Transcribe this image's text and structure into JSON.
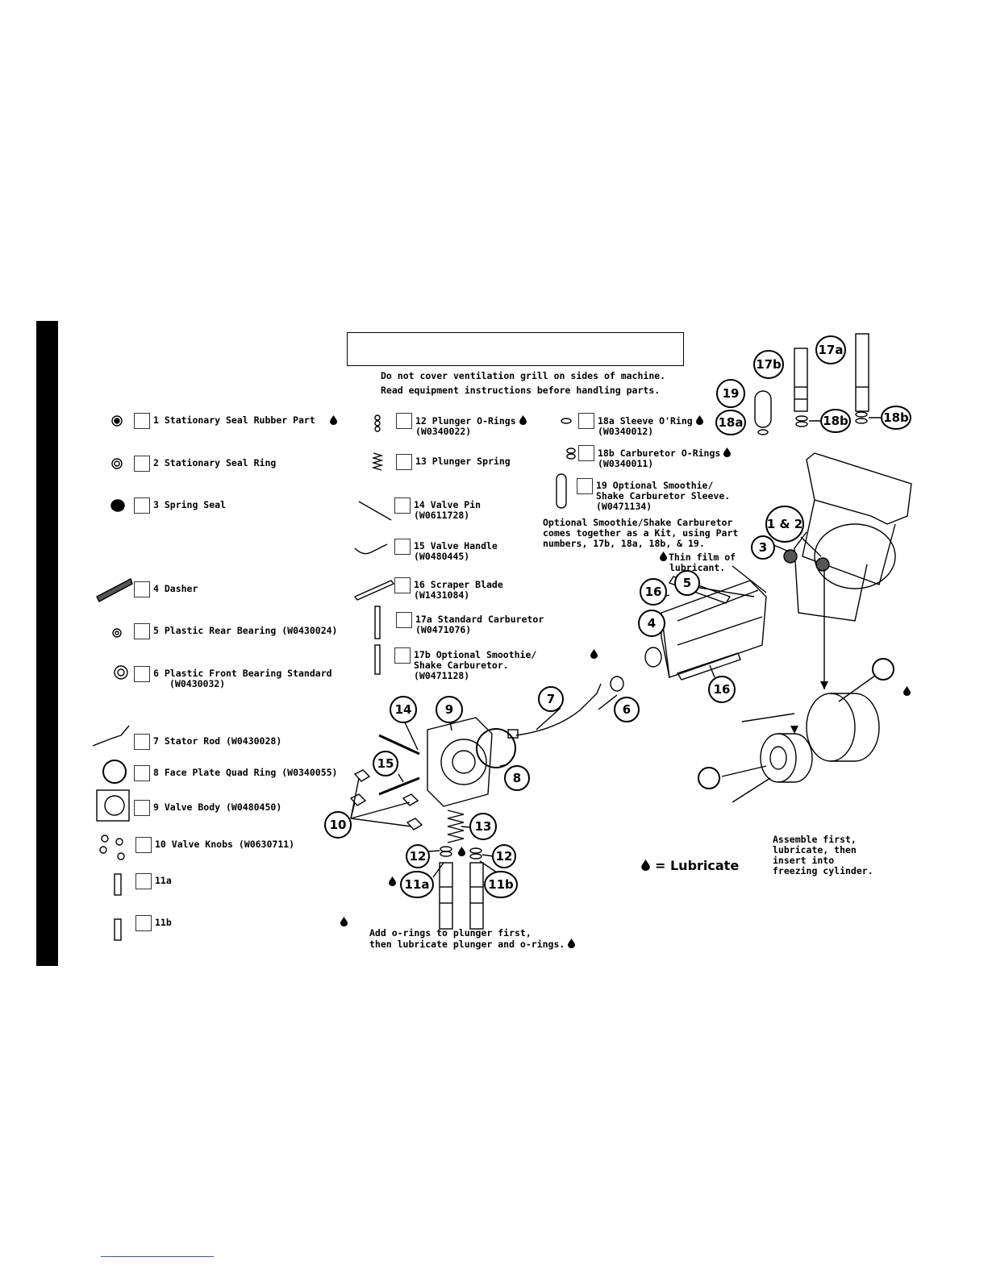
{
  "warning_lines": [
    "Do not cover ventilation grill on sides of machine.",
    "Read equipment instructions before handling parts."
  ],
  "parts_left": [
    {
      "label": "1 Stationary Seal Rubber Part",
      "lubricate": true
    },
    {
      "label": "2 Stationary Seal Ring"
    },
    {
      "label": "3 Spring Seal"
    },
    {
      "label": "4 Dasher"
    },
    {
      "label": "5 Plastic Rear Bearing (W0430024)"
    },
    {
      "label": "6  Plastic Front Bearing Standard",
      "sub": "(W0430032)"
    },
    {
      "label": "7 Stator Rod (W0430028)"
    },
    {
      "label": "8 Face Plate Quad Ring (W0340055)"
    },
    {
      "label": "9 Valve Body (W0480450)"
    },
    {
      "label": "10 Valve Knobs (W0630711)"
    },
    {
      "label": "11a"
    },
    {
      "label": "11b"
    }
  ],
  "parts_middle": [
    {
      "label": "12 Plunger O-Rings",
      "sub": "(W0340022)",
      "lubricate": true
    },
    {
      "label": "13 Plunger Spring"
    },
    {
      "label": "14 Valve Pin",
      "sub": "(W0611728)"
    },
    {
      "label": "15 Valve Handle",
      "sub": "(W0480445)"
    },
    {
      "label": "16 Scraper Blade",
      "sub": "(W1431084)"
    },
    {
      "label": "17a Standard Carburetor",
      "sub": "(W0471076)"
    },
    {
      "label": "17b Optional Smoothie/",
      "sub": "Shake Carburetor.",
      "sub2": "(W0471128)"
    }
  ],
  "parts_right": [
    {
      "label": "18a Sleeve O'Ring",
      "sub": "(W0340012)",
      "lubricate": true
    },
    {
      "label": "18b Carburetor O-Rings",
      "sub": "(W0340011)",
      "lubricate": true
    },
    {
      "label": "19 Optional Smoothie/",
      "sub": "Shake Carburetor Sleeve.",
      "sub2": "(W0471134)"
    }
  ],
  "kit_note": [
    "Optional Smoothie/Shake Carburetor",
    "comes together as a Kit, using Part",
    "numbers, 17b, 18a, 18b, & 19."
  ],
  "thin_film_note": [
    "Thin film of",
    "lubricant."
  ],
  "callouts": {
    "c1and2": "1 & 2",
    "c3": "3",
    "c4": "4",
    "c5": "5",
    "c6": "6",
    "c7": "7",
    "c8": "8",
    "c9": "9",
    "c10": "10",
    "c11a": "11a",
    "c11b": "11b",
    "c12": "12",
    "c13": "13",
    "c14": "14",
    "c15": "15",
    "c16": "16",
    "c17a": "17a",
    "c17b": "17b",
    "c18a": "18a",
    "c18b": "18b",
    "c19": "19"
  },
  "plunger_note": [
    "Add o-rings to plunger first,",
    "then lubricate plunger and o-rings."
  ],
  "assemble_note": [
    "Assemble first,",
    "lubricate, then",
    "insert into",
    "freezing cylinder."
  ],
  "legend": "= Lubricate"
}
